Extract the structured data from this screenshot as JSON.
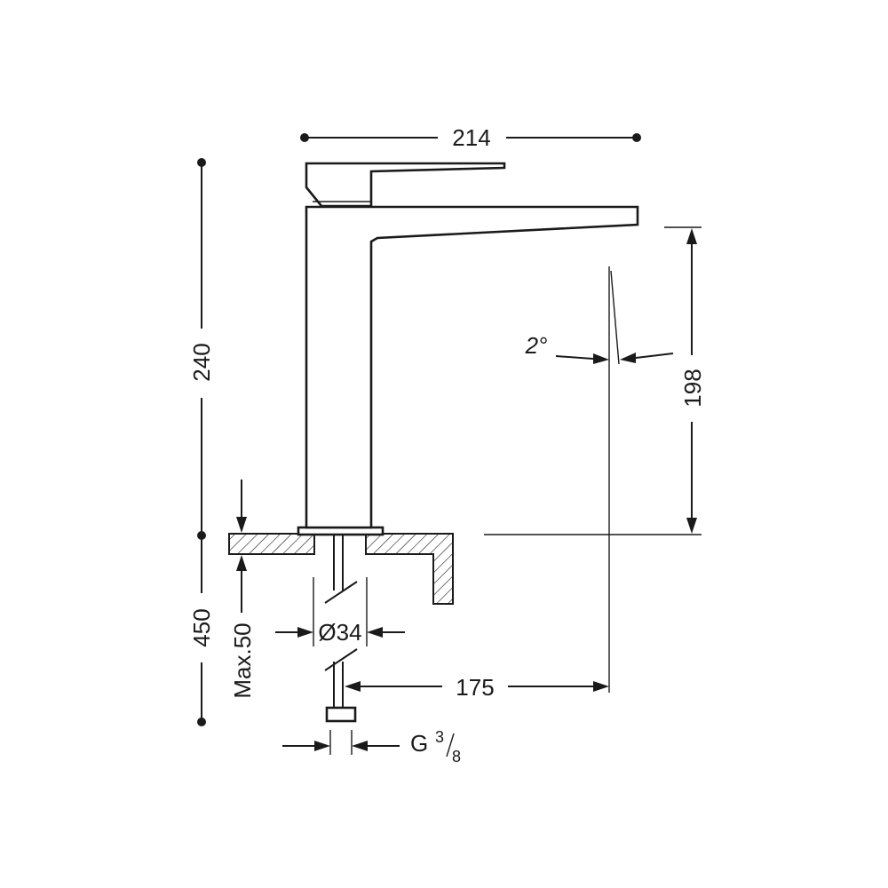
{
  "dimensions": {
    "total_width": "214",
    "total_height": "240",
    "spout_height": "198",
    "projection": "175",
    "hole_diameter": "Ø34",
    "hose_length": "450",
    "max_deck_thickness": "Max.50",
    "connection_prefix": "G",
    "connection_numerator": "3",
    "connection_denominator": "8",
    "angle": "2°"
  }
}
